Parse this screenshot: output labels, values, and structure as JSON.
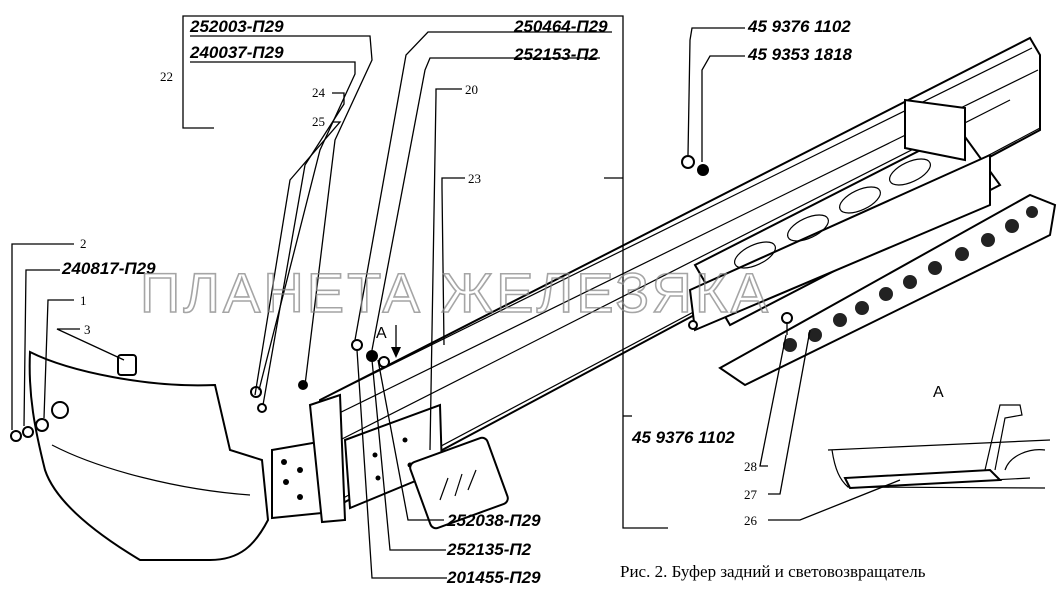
{
  "part_numbers": {
    "p252003": "252003-П29",
    "p240037": "240037-П29",
    "p250464": "250464-П29",
    "p252153": "252153-П2",
    "p4593761102_top": "45 9376 1102",
    "p4593531818": "45 9353 1818",
    "p240817": "240817-П29",
    "p4593761102_mid": "45 9376 1102",
    "p252038": "252038-П29",
    "p252135": "252135-П2",
    "p201455": "201455-П29"
  },
  "callouts": {
    "c1": "1",
    "c2": "2",
    "c3": "3",
    "c20": "20",
    "c22": "22",
    "c23": "23",
    "c24": "24",
    "c25": "25",
    "c26": "26",
    "c27": "27",
    "c28": "28"
  },
  "view_labels": {
    "arrow_a": "A",
    "detail_a": "A"
  },
  "caption": "Рис. 2.  Буфер задний и световозвращатель",
  "watermark": "ПЛАНЕТА ЖЕЛЕЗЯКА"
}
